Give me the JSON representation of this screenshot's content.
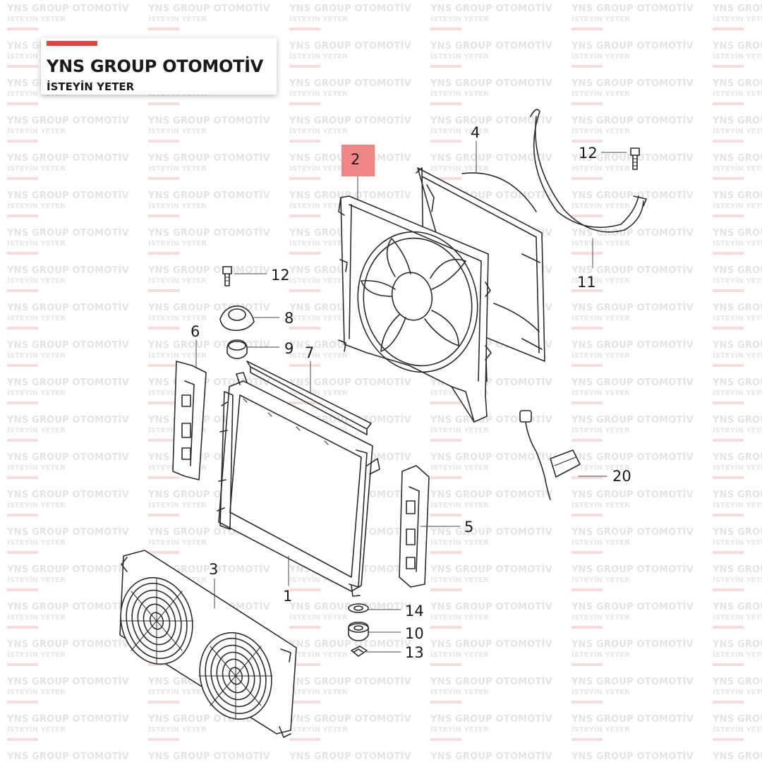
{
  "brand": {
    "name": "YNS GROUP OTOMOTİV",
    "tagline": "İSTEYİN YETER",
    "accent_color": "#e04545",
    "highlight_color": "#f08585"
  },
  "watermark": {
    "line1": "YNS GROUP OTOMOTİV",
    "line2": "İSTEYİN YETER"
  },
  "parts": {
    "p1": "1",
    "p2": "2",
    "p3": "3",
    "p4": "4",
    "p5": "5",
    "p6": "6",
    "p7": "7",
    "p8": "8",
    "p9": "9",
    "p10": "10",
    "p11": "11",
    "p12a": "12",
    "p12b": "12",
    "p13": "13",
    "p14": "14",
    "p20": "20"
  },
  "highlighted_part": "2"
}
